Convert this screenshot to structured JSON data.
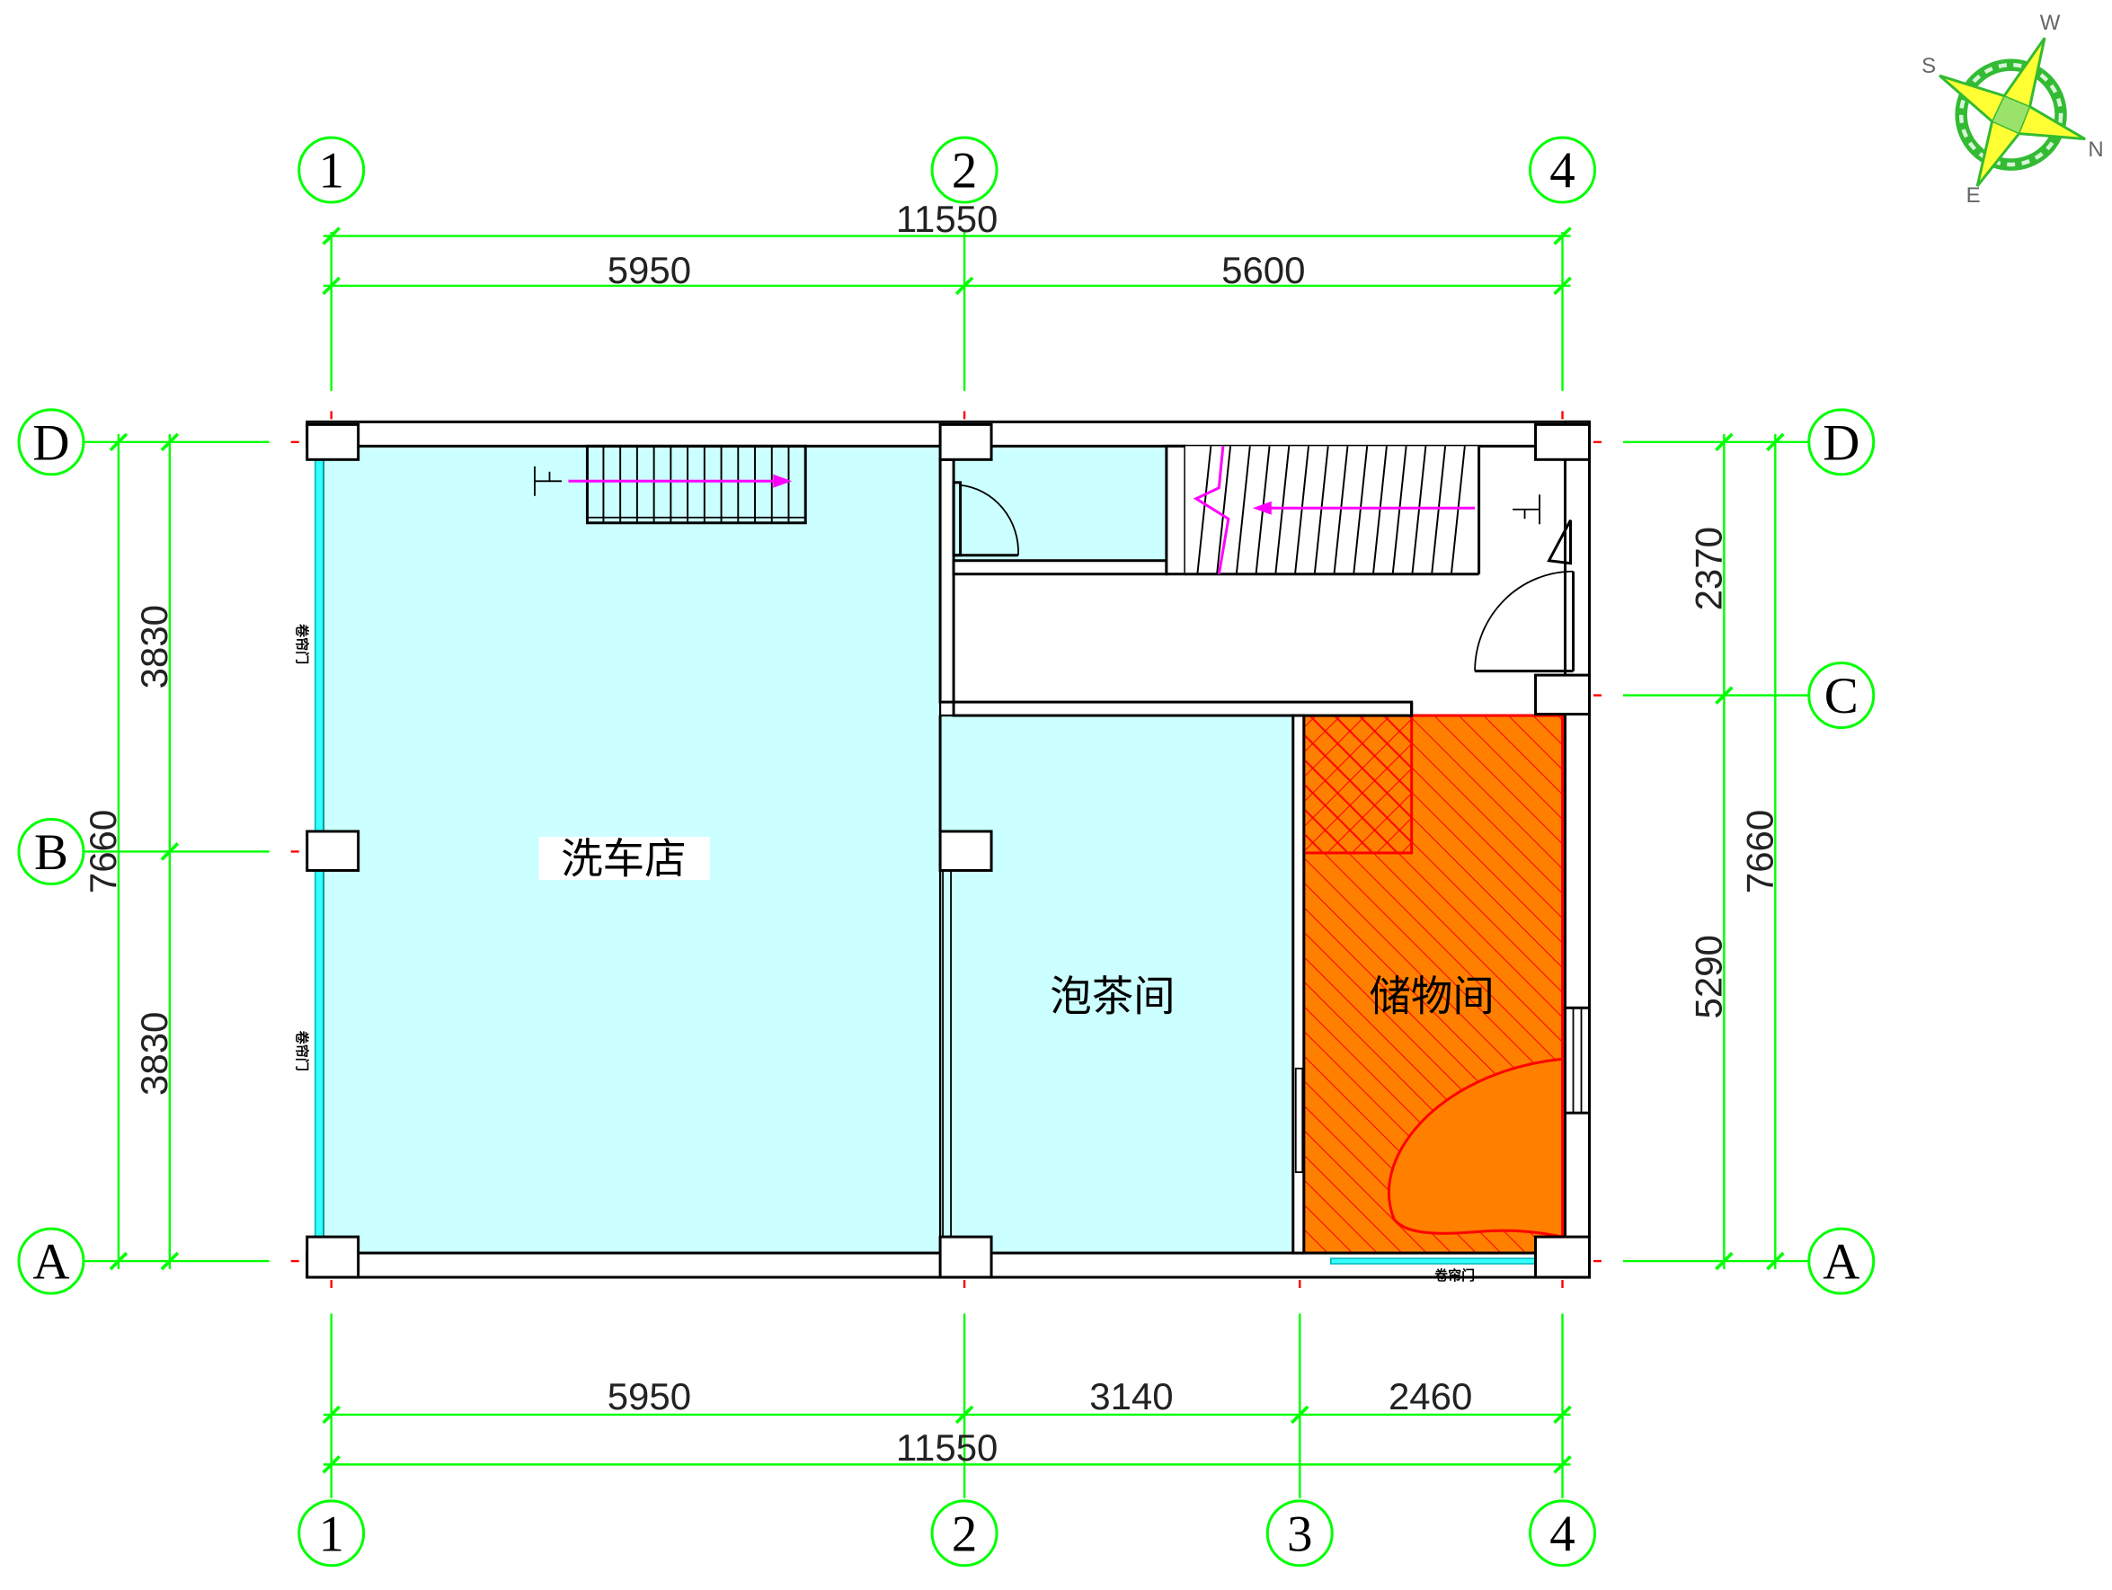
{
  "axes": {
    "top": [
      "1",
      "2",
      "4"
    ],
    "bottom": [
      "1",
      "2",
      "3",
      "4"
    ],
    "left": [
      "D",
      "B",
      "A"
    ],
    "right": [
      "D",
      "C",
      "A"
    ]
  },
  "dimensions": {
    "top": {
      "overall": "11550",
      "segments": [
        "5950",
        "5600"
      ]
    },
    "bottom": {
      "overall": "11550",
      "segments": [
        "5950",
        "3140",
        "2460"
      ]
    },
    "left": {
      "overall": "7660",
      "segments": [
        "3830",
        "3830"
      ]
    },
    "right": {
      "overall": "7660",
      "segments": [
        "2370",
        "5290"
      ]
    }
  },
  "rooms": {
    "car_wash": "洗车店",
    "tea_room": "泡茶间",
    "storage": "储物间"
  },
  "doors": {
    "roller_shutter_left_upper": "卷帘门",
    "roller_shutter_left_lower": "卷帘门",
    "roller_shutter_bottom": "卷帘门"
  },
  "compass": {
    "w": "W",
    "s": "S",
    "n": "N",
    "e": "E"
  },
  "colors": {
    "grid": "#00ff00",
    "room": "#ccffff",
    "storage": "#ff8000",
    "hatch": "#ff0000",
    "magenta": "#ff00ff",
    "shutter": "#33ffff",
    "compass_star": "#ffff33",
    "compass_ring": "#33bb33"
  }
}
